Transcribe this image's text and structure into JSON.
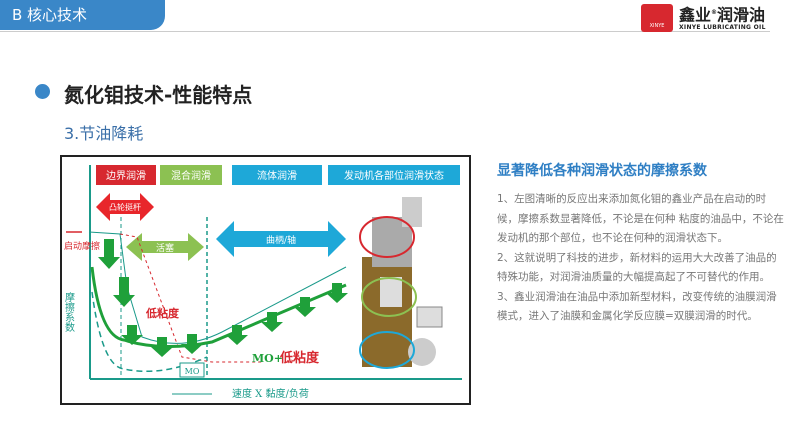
{
  "header": {
    "section": "B  核心技术"
  },
  "logo": {
    "cn": "鑫业",
    "reg": "®",
    "cn2": "润滑油",
    "en": "XINYE LUBRICATING OIL",
    "badge": "XINYE"
  },
  "title": "氮化钼技术-性能特点",
  "subtitle": "3.节油降耗",
  "figure": {
    "stages": [
      "边界润滑",
      "混合润滑",
      "流体润滑",
      "发动机各部位润滑状态"
    ],
    "parts": [
      "凸轮挺杆",
      "活塞",
      "曲柄/轴"
    ],
    "start_friction": "启动摩擦",
    "ylabel": "摩擦系数",
    "xlabel": "速度 X 黏度/负荷",
    "low_visc": "低粘度",
    "mo_label": "MO",
    "mo_plus": "MO+",
    "mo_plus_low": "低粘度"
  },
  "right": {
    "heading": "显著降低各种润滑状态的摩擦系数",
    "p1": "1、左图清晰的反应出来添加氮化钼的鑫业产品在启动的时候，摩擦系数显著降低，不论是在何种 粘度的油品中，不论在发动机的那个部位，也不论在何种的润滑状态下。",
    "p2": "2、这就说明了科技的进步，新材料的运用大大改善了油品的特殊功能，对润滑油质量的大幅提高起了不可替代的作用。",
    "p3": "3、鑫业润滑油在油品中添加新型材料，改变传统的油膜润滑模式，进入了油膜和金属化学反应膜=双膜润滑的时代。"
  },
  "colors": {
    "accent": "#3a87c8",
    "red": "#d7282f",
    "green": "#1fa03a"
  }
}
